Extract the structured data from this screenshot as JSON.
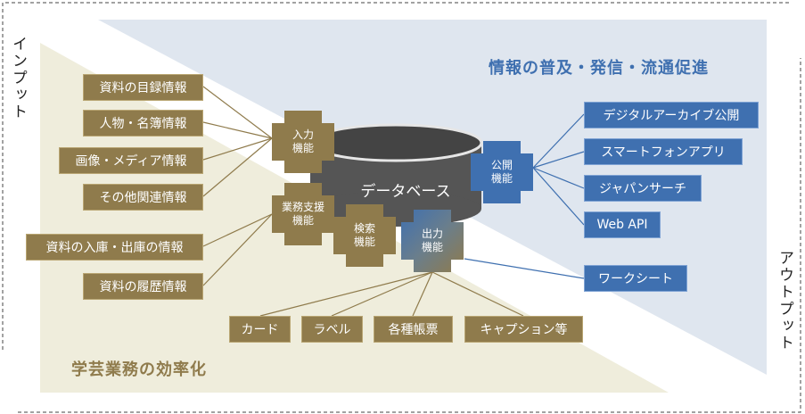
{
  "side_labels": {
    "input": "インプット",
    "output": "アウトプット"
  },
  "areas": {
    "publish_title": "情報の普及・発信・流通促進",
    "efficiency_title": "学芸業務の効率化"
  },
  "database": "データベース",
  "functions": {
    "input": [
      "入力",
      "機能"
    ],
    "business_support": [
      "業務支援",
      "機能"
    ],
    "search": [
      "検索",
      "機能"
    ],
    "output": [
      "出力",
      "機能"
    ],
    "publish": [
      "公開",
      "機能"
    ]
  },
  "input_items": [
    "資料の目録情報",
    "人物・名簿情報",
    "画像・メディア情報",
    "その他関連情報"
  ],
  "support_items": [
    "資料の入庫・出庫の情報",
    "資料の履歴情報"
  ],
  "output_items": [
    "カード",
    "ラベル",
    "各種帳票",
    "キャプション等"
  ],
  "publish_items": [
    "デジタルアーカイブ公開",
    "スマートフォンアプリ",
    "ジャパンサーチ",
    "Web API"
  ],
  "worksheet_item": "ワークシート",
  "colors": {
    "gold": "#8f7b4c",
    "blue": "#3f70b0",
    "db": "#555555",
    "blue_bg": "#dfe6ef",
    "beige_bg": "#efeddc"
  }
}
